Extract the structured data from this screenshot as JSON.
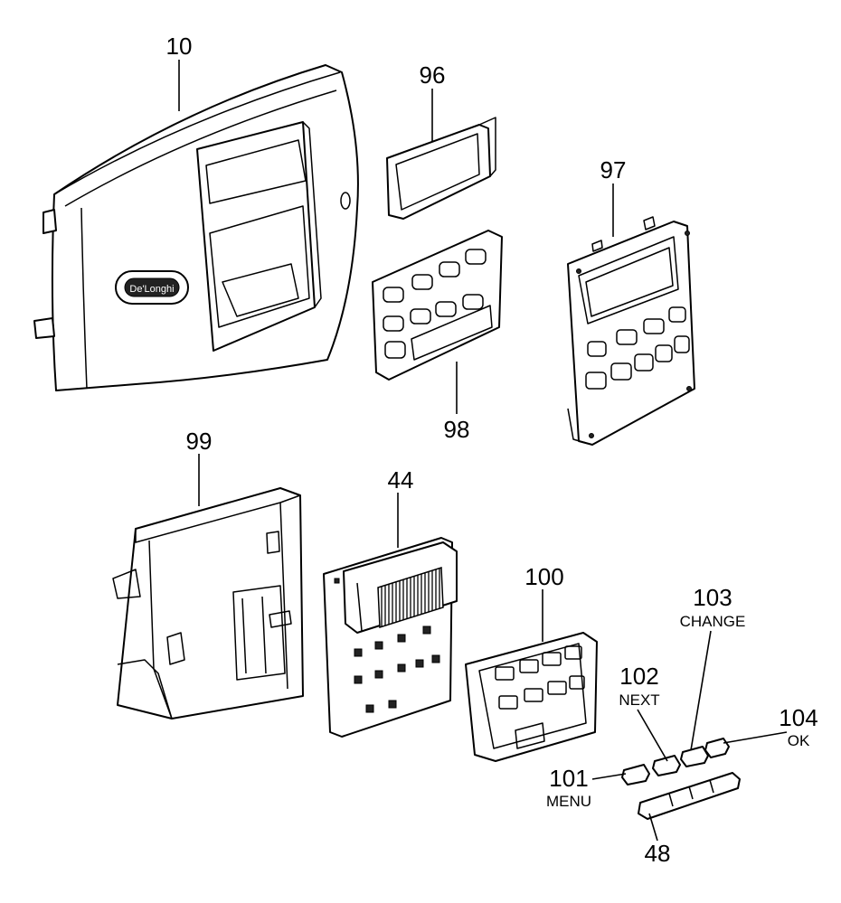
{
  "parts": [
    {
      "id": "10",
      "name": ""
    },
    {
      "id": "96",
      "name": ""
    },
    {
      "id": "97",
      "name": ""
    },
    {
      "id": "98",
      "name": ""
    },
    {
      "id": "99",
      "name": ""
    },
    {
      "id": "44",
      "name": ""
    },
    {
      "id": "100",
      "name": ""
    },
    {
      "id": "101",
      "name": "MENU"
    },
    {
      "id": "102",
      "name": "NEXT"
    },
    {
      "id": "103",
      "name": "CHANGE"
    },
    {
      "id": "104",
      "name": "OK"
    },
    {
      "id": "48",
      "name": ""
    }
  ]
}
